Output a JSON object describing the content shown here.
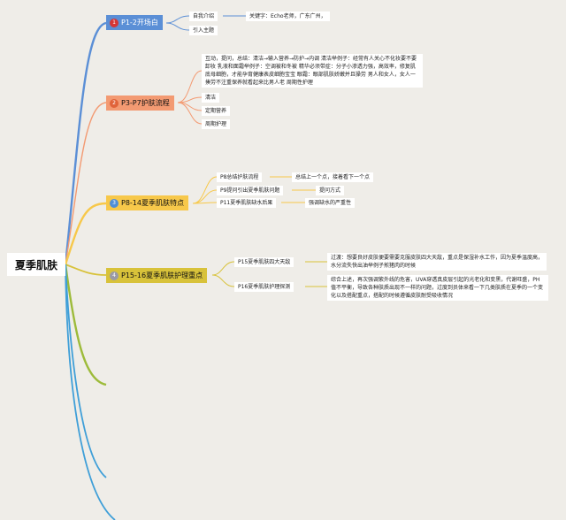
{
  "root": {
    "label": "夏季肌肤"
  },
  "branches": [
    {
      "num": "1",
      "label": "P1-2开场白",
      "children": [
        {
          "label": "自我介绍",
          "children": [
            {
              "label": "关键字：Echo老师，广东广州，"
            }
          ]
        },
        {
          "label": "引入主题"
        }
      ]
    },
    {
      "num": "2",
      "label": "P3-P7护肤流程",
      "children": [
        {
          "label": "互动，提问，总结：清洁→输入营养→防护→内调 清洁举例子：经常有人关心不化妆要不要卸妆 乳液和面霜举例子：空调被和冬被 精华必须带症：分子小渗透力强，高效率，修复肌底母细胞，才能孕育健康表皮细胞宝宝 眼霜：眼部肌肤娇嫩并且操劳 男人和女人，女人一揍劳不注重保养就看起来比男人老 周期性护理"
        },
        {
          "label": "清洁"
        },
        {
          "label": "定期营养"
        },
        {
          "label": "周期护理"
        }
      ]
    },
    {
      "num": "3",
      "label": "P8-14夏季肌肤特点",
      "children": [
        {
          "label": "P8总结护肤流程",
          "children": [
            {
              "label": "总结上一个点，接着看下一个点"
            }
          ]
        },
        {
          "label": "P9提问引出夏季肌肤问题",
          "children": [
            {
              "label": "提问方式"
            }
          ]
        },
        {
          "label": "P11夏季肌肤缺水后果",
          "children": [
            {
              "label": "强调缺水的严重性"
            }
          ]
        }
      ]
    },
    {
      "num": "4",
      "label": "P15-16夏季肌肤护理重点",
      "children": [
        {
          "label": "P15夏季肌肤四大天敌",
          "children": [
            {
              "label": "过渡：想要良好皮肤便要需要克服皮肤四大天敌，重点是保湿补水工作，因为夏季温度高，水分流失快出油举例子煎猪肉的时候"
            }
          ]
        },
        {
          "label": "P16夏季肌肤护理探测",
          "children": [
            {
              "label": "综合上述，再次强调紫外线的危害，UVA穿透真皮层引起的光老化和变黑，代谢旺盛，PH值不平衡，导致各种肤质出现不一样的问题，过度到员体来看一下几类肤质在夏季的一个变化以及搭配重点，搭配的时候遵循皮肤耐受吸收情况"
            }
          ]
        }
      ]
    }
  ],
  "colors": {
    "root_link": "#5b8fd6",
    "branch1": "#5b8fd6",
    "branch2": "#f39a72",
    "branch3": "#f7c84a",
    "branch4": "#d8c23a",
    "extra_green": "#9dbb3a",
    "extra_blue": "#3f9fd8"
  }
}
